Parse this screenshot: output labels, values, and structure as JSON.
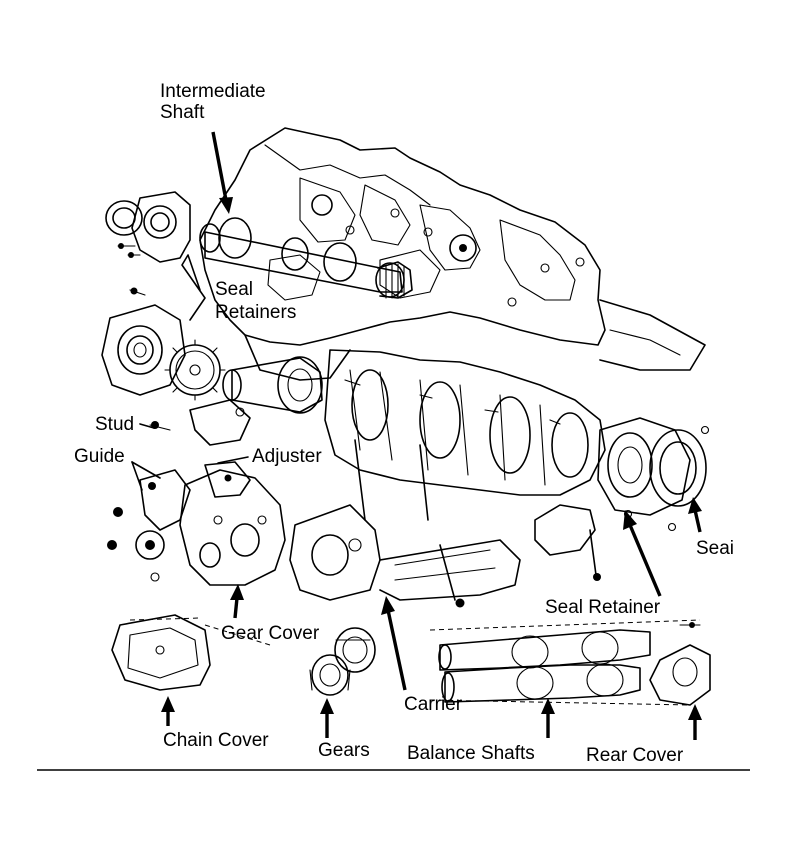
{
  "labels": {
    "intermediate_shaft_line1": "Intermediate",
    "intermediate_shaft_line2": "Shaft",
    "seal_retainers_line1": "Seal",
    "seal_retainers_line2": "Retainers",
    "stud": "Stud",
    "guide": "Guide",
    "adjuster": "Adjuster",
    "seal": "Seai",
    "seal_retainer": "Seal Retainer",
    "gear_cover": "Gear Cover",
    "carrier": "Carrier",
    "chain_cover": "Chain Cover",
    "gears": "Gears",
    "balance_shafts": "Balance Shafts",
    "rear_cover": "Rear Cover"
  }
}
